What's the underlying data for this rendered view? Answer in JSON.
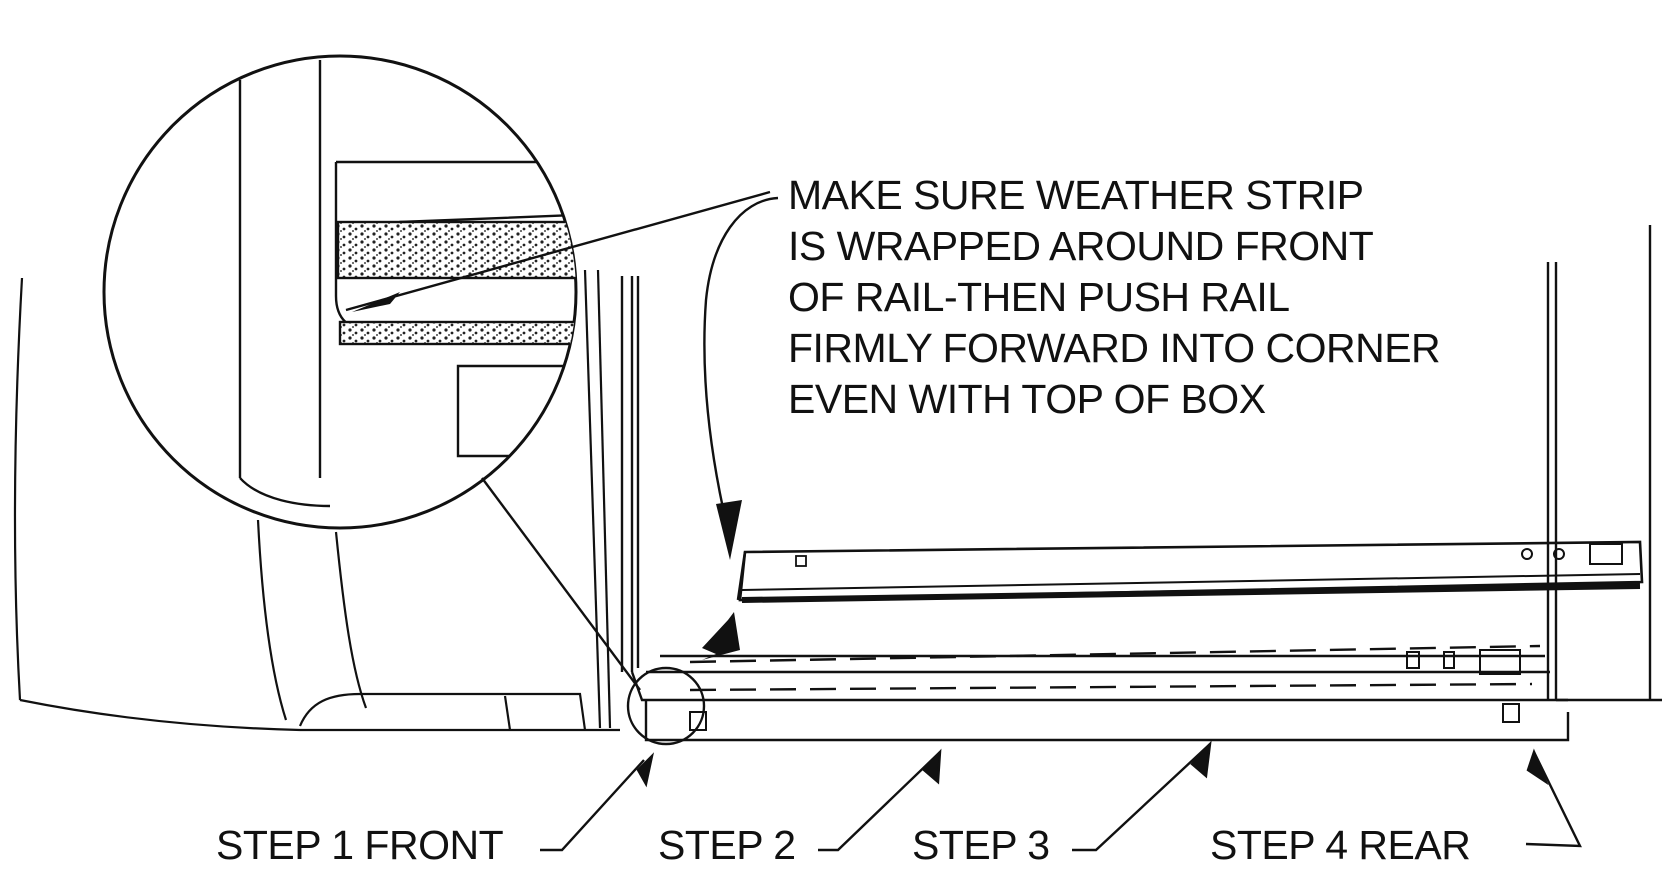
{
  "instruction": {
    "lines": [
      "MAKE SURE WEATHER STRIP",
      "IS WRAPPED AROUND FRONT",
      "OF RAIL-THEN PUSH RAIL",
      "FIRMLY FORWARD INTO CORNER",
      "EVEN WITH TOP OF BOX"
    ]
  },
  "steps": [
    {
      "label": "STEP 1 FRONT"
    },
    {
      "label": "STEP 2"
    },
    {
      "label": "STEP 3"
    },
    {
      "label": "STEP 4 REAR"
    }
  ],
  "colors": {
    "ink": "#111111",
    "background": "#ffffff"
  }
}
